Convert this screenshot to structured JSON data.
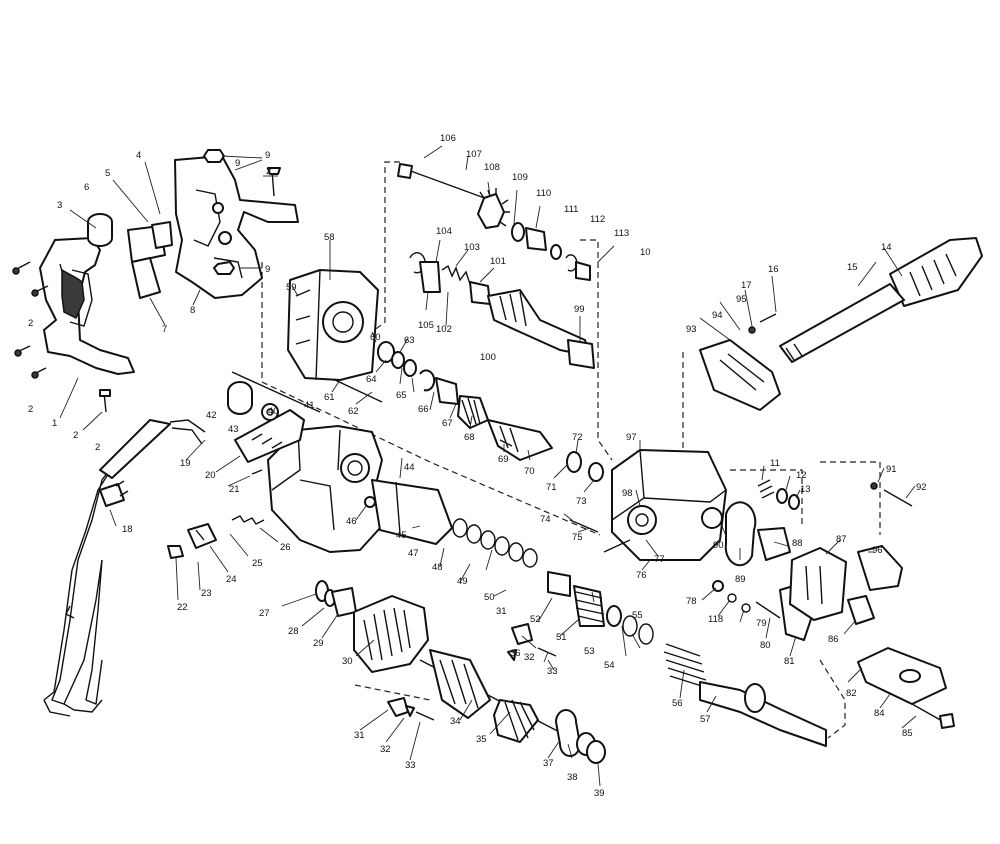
{
  "diagram": {
    "type": "exploded-parts-diagram",
    "part_numbers": [
      "1",
      "2",
      "2",
      "2",
      "2",
      "2",
      "3",
      "4",
      "5",
      "6",
      "7",
      "8",
      "9",
      "9",
      "9",
      "10",
      "11",
      "12",
      "13",
      "14",
      "15",
      "16",
      "17",
      "18",
      "19",
      "20",
      "21",
      "22",
      "23",
      "24",
      "25",
      "26",
      "27",
      "28",
      "29",
      "30",
      "31",
      "31",
      "32",
      "32",
      "33",
      "33",
      "34",
      "35",
      "36",
      "37",
      "38",
      "39",
      "40",
      "41",
      "42",
      "43",
      "44",
      "45",
      "46",
      "47",
      "48",
      "49",
      "50",
      "51",
      "52",
      "53",
      "54",
      "55",
      "56",
      "57",
      "58",
      "59",
      "60",
      "61",
      "62",
      "63",
      "64",
      "65",
      "66",
      "67",
      "68",
      "69",
      "70",
      "71",
      "72",
      "73",
      "74",
      "75",
      "76",
      "77",
      "78",
      "79",
      "80",
      "81",
      "82",
      "84",
      "85",
      "86",
      "87",
      "88",
      "89",
      "90",
      "91",
      "92",
      "93",
      "94",
      "95",
      "96",
      "97",
      "98",
      "99",
      "100",
      "101",
      "102",
      "103",
      "104",
      "105",
      "106",
      "107",
      "108",
      "109",
      "110",
      "111",
      "112",
      "113",
      "118"
    ]
  }
}
